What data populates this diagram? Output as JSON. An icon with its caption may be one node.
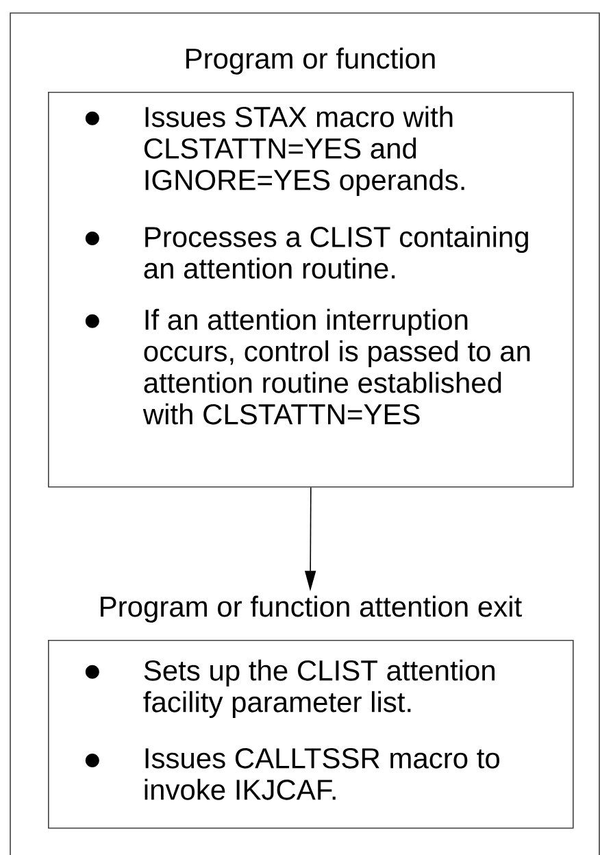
{
  "diagram": {
    "nodes": [
      {
        "text": [
          "Program or function",
          "Issues STAX macro with CLSTATTN=YES and IGNORE=YES operands.",
          "Processes a CLIST containing an attention routine.",
          "If an attention interruption occurs, control is passed to an attention routine established with CLSTATTN=YES"
        ]
      },
      {
        "text": [
          "Program or function attention exit",
          "Sets up the CLIST attention facility parameter list.",
          "Issues CALLTSSR macro to invoke IKJCAF."
        ]
      }
    ],
    "edges": [
      {
        "from": 0,
        "to": 1,
        "arrow": "to"
      }
    ]
  }
}
